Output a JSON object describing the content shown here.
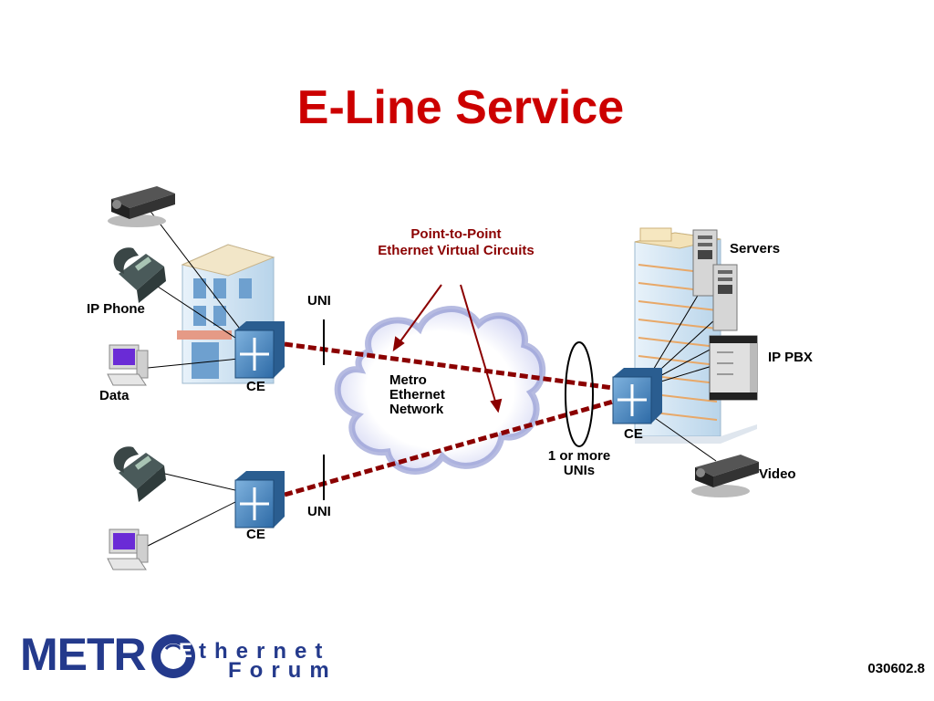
{
  "title": "E-Line Service",
  "callout": {
    "line1": "Point-to-Point",
    "line2": "Ethernet Virtual Circuits"
  },
  "labels": {
    "ip_phone": "IP Phone",
    "data": "Data",
    "ce_top": "CE",
    "ce_bottom": "CE",
    "ce_right": "CE",
    "uni_top": "UNI",
    "uni_bottom": "UNI",
    "cloud_line1": "Metro",
    "cloud_line2": "Ethernet",
    "cloud_line3": "Network",
    "unis_line1": "1 or more",
    "unis_line2": "UNIs",
    "servers": "Servers",
    "ip_pbx": "IP PBX",
    "video": "Video"
  },
  "logo": {
    "metro": "METR",
    "e_letter": "E",
    "ethernet": "thernet",
    "forum": "Forum"
  },
  "footer": {
    "code": "030602.8"
  },
  "colors": {
    "title": "#cc0000",
    "evc_line": "#8b0000",
    "switch": "#3a7ab8",
    "logo": "#243a8c",
    "cloud": "#7a84c8"
  }
}
